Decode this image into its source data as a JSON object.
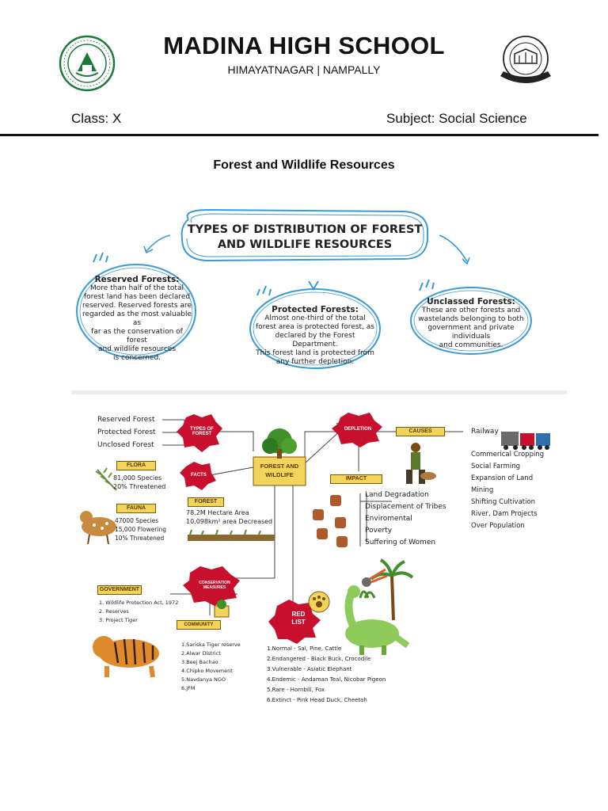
{
  "header": {
    "school_name": "MADINA HIGH SCHOOL",
    "location": "HIMAYATNAGAR | NAMPALLY",
    "class_label": "Class: X",
    "subject_label": "Subject: Social Science"
  },
  "topic_title": "Forest and Wildlife Resources",
  "diagram1": {
    "title_line1": "TYPES OF DISTRIBUTION OF FOREST",
    "title_line2": "AND WILDLIFE RESOURCES",
    "reserved": {
      "title": "Reserved Forests:",
      "lines": [
        "More than half of the total",
        "forest land has been declared",
        "reserved. Reserved forests are",
        "regarded as the most valuable as",
        "far as the conservation of forest",
        "and wildlife resources",
        "is concerned."
      ]
    },
    "protected": {
      "title": "Protected Forests:",
      "lines": [
        "Almost one-third of the total",
        "forest area is protected forest, as",
        "declared by the Forest Department.",
        "This forest land is protected from",
        "any further depletion."
      ]
    },
    "unclassed": {
      "title": "Unclassed Forests:",
      "lines": [
        "These are other forests and",
        "wastelands belonging to both",
        "government and private individuals",
        "and communities."
      ]
    }
  },
  "mindmap": {
    "center": "FOREST AND WILDLIFE",
    "types_label": "TYPES OF FOREST",
    "types": [
      "Reserved Forest",
      "Protected Forest",
      "Unclosed Forest"
    ],
    "facts_label": "FACTS",
    "flora_label": "FLORA",
    "flora": [
      "81,000 Species",
      "20% Threatened"
    ],
    "fauna_label": "FAUNA",
    "fauna": [
      "47000 Species",
      "15,000 Flowering",
      "10% Threatened"
    ],
    "forest_label": "FOREST",
    "forest": [
      "78.2M Hectare Area",
      "10,098km² area Decreased"
    ],
    "depletion_label": "DEPLETION",
    "causes_label": "CAUSES",
    "causes": [
      "Railway",
      "Commerical Cropping",
      "Social Farming",
      "Expansion of Land",
      "Mining",
      "Shifting Cultivation",
      "River, Dam Projects",
      "Over Population"
    ],
    "impact_label": "IMPACT",
    "impact": [
      "Land Degradation",
      "Displacement of Tribes",
      "Enviromental",
      "Poverty",
      "Suffering of Women"
    ],
    "conservation_label": "CONSERVATION MEASURES",
    "government_label": "GOVERNMENT",
    "government": [
      "1. Wildlife Protection Act, 1972",
      "2. Reserves",
      "3. Project Tiger"
    ],
    "community_label": "COMMUNITY",
    "community": [
      "1.Sariska Tiger reserve",
      "2.Alwar District",
      "3.Beej Bachao",
      "4.Chipko Movement",
      "5.Navdanya NGO",
      "6.JFM"
    ],
    "redlist_label_1": "RED",
    "redlist_label_2": "LIST",
    "redlist": [
      "1.Normal - Sal, Pine, Cattle",
      "2.Endangered - Black Buck, Crocodile",
      "3.Vulnerable - Asiatic Elephant",
      "4.Endemic - Andaman Teal, Nicobar Pigeon",
      "5.Rare - Hornbill, Fox",
      "6.Extinct - Pink Head Duck, Cheetah"
    ]
  }
}
